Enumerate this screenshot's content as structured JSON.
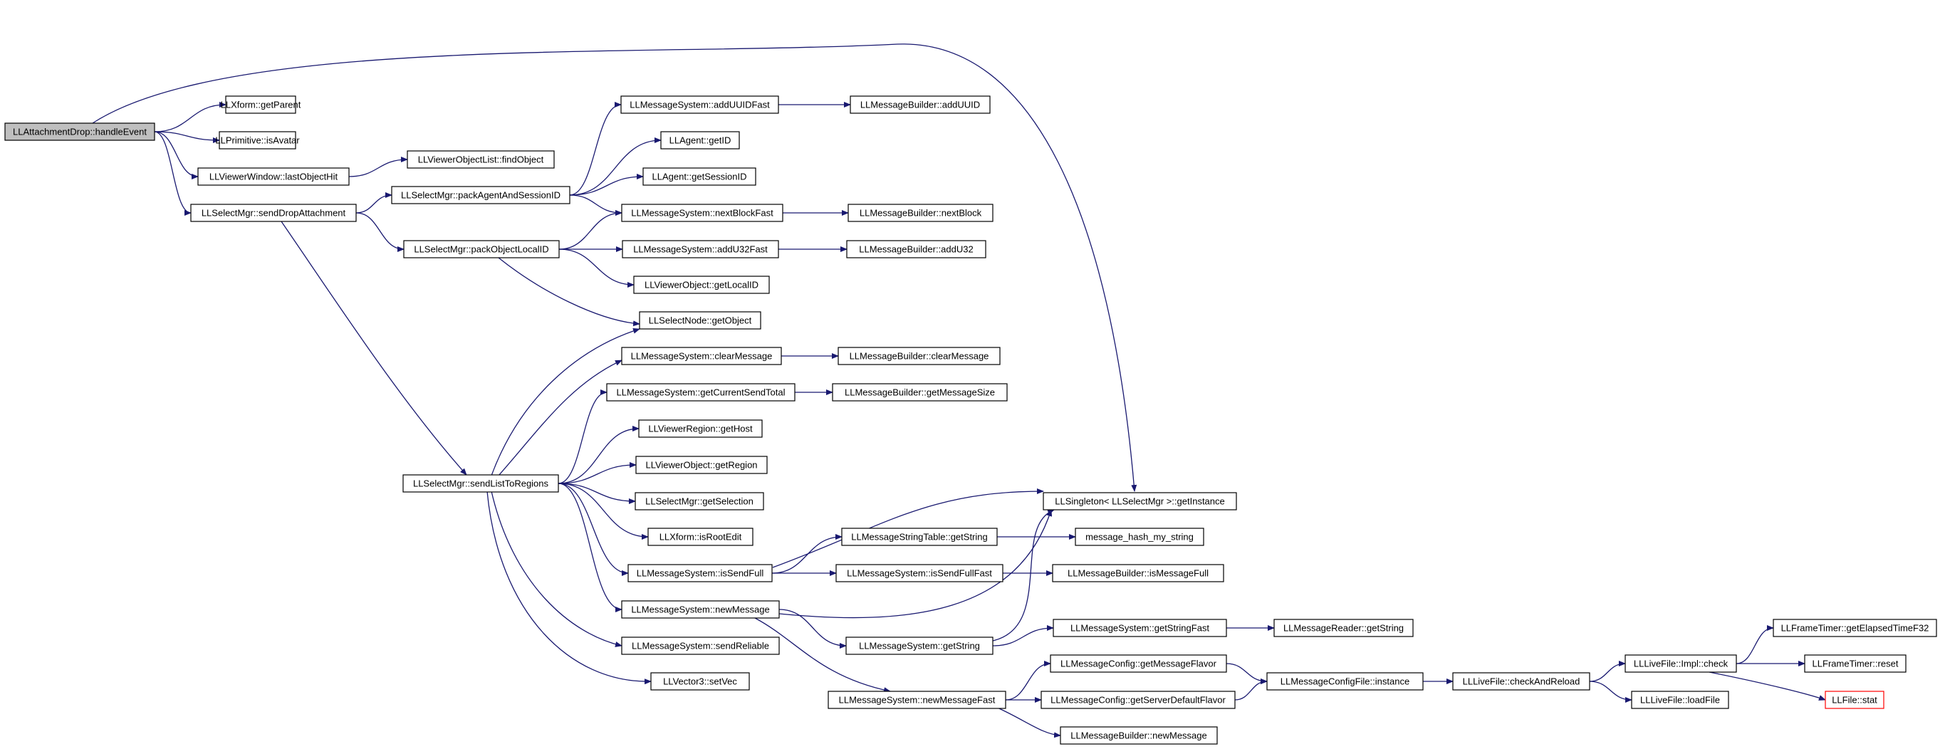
{
  "graph": {
    "edge_color": "#191970",
    "root_fill": "#bfbfbf",
    "truncated_border": "#ff0000",
    "nodes": [
      {
        "id": "n0",
        "label": "LLAttachmentDrop::handleEvent",
        "style": "root"
      },
      {
        "id": "n1",
        "label": "LLXform::getParent"
      },
      {
        "id": "n2",
        "label": "LLPrimitive::isAvatar"
      },
      {
        "id": "n3",
        "label": "LLViewerWindow::lastObjectHit"
      },
      {
        "id": "n4",
        "label": "LLSelectMgr::sendDropAttachment"
      },
      {
        "id": "n5",
        "label": "LLViewerObjectList::findObject"
      },
      {
        "id": "n6",
        "label": "LLSelectMgr::packAgentAndSessionID"
      },
      {
        "id": "n7",
        "label": "LLSelectMgr::packObjectLocalID"
      },
      {
        "id": "n8",
        "label": "LLSelectMgr::sendListToRegions"
      },
      {
        "id": "n9",
        "label": "LLMessageSystem::addUUIDFast"
      },
      {
        "id": "n10",
        "label": "LLAgent::getID"
      },
      {
        "id": "n11",
        "label": "LLAgent::getSessionID"
      },
      {
        "id": "n12",
        "label": "LLMessageSystem::nextBlockFast"
      },
      {
        "id": "n13",
        "label": "LLMessageSystem::addU32Fast"
      },
      {
        "id": "n14",
        "label": "LLViewerObject::getLocalID"
      },
      {
        "id": "n15",
        "label": "LLSelectNode::getObject"
      },
      {
        "id": "n16",
        "label": "LLMessageSystem::clearMessage"
      },
      {
        "id": "n17",
        "label": "LLMessageSystem::getCurrentSendTotal"
      },
      {
        "id": "n18",
        "label": "LLViewerRegion::getHost"
      },
      {
        "id": "n19",
        "label": "LLViewerObject::getRegion"
      },
      {
        "id": "n20",
        "label": "LLSelectMgr::getSelection"
      },
      {
        "id": "n21",
        "label": "LLXform::isRootEdit"
      },
      {
        "id": "n22",
        "label": "LLMessageSystem::isSendFull"
      },
      {
        "id": "n23",
        "label": "LLMessageSystem::newMessage"
      },
      {
        "id": "n24",
        "label": "LLMessageSystem::sendReliable"
      },
      {
        "id": "n25",
        "label": "LLVector3::setVec"
      },
      {
        "id": "n26",
        "label": "LLMessageBuilder::addUUID"
      },
      {
        "id": "n27",
        "label": "LLMessageBuilder::nextBlock"
      },
      {
        "id": "n28",
        "label": "LLMessageBuilder::addU32"
      },
      {
        "id": "n29",
        "label": "LLMessageBuilder::clearMessage"
      },
      {
        "id": "n30",
        "label": "LLMessageBuilder::getMessageSize"
      },
      {
        "id": "n31",
        "label": "LLMessageStringTable::getString"
      },
      {
        "id": "n32",
        "label": "LLMessageSystem::isSendFullFast"
      },
      {
        "id": "n33",
        "label": "LLMessageSystem::getString"
      },
      {
        "id": "n34",
        "label": "LLMessageSystem::newMessageFast"
      },
      {
        "id": "n35",
        "label": "LLSingleton< LLSelectMgr >::getInstance"
      },
      {
        "id": "n36",
        "label": "message_hash_my_string"
      },
      {
        "id": "n37",
        "label": "LLMessageBuilder::isMessageFull"
      },
      {
        "id": "n38",
        "label": "LLMessageSystem::getStringFast"
      },
      {
        "id": "n39",
        "label": "LLMessageConfig::getMessageFlavor"
      },
      {
        "id": "n40",
        "label": "LLMessageConfig::getServerDefaultFlavor"
      },
      {
        "id": "n41",
        "label": "LLMessageBuilder::newMessage"
      },
      {
        "id": "n42",
        "label": "LLMessageReader::getString"
      },
      {
        "id": "n43",
        "label": "LLMessageConfigFile::instance"
      },
      {
        "id": "n44",
        "label": "LLLiveFile::checkAndReload"
      },
      {
        "id": "n45",
        "label": "LLLiveFile::Impl::check"
      },
      {
        "id": "n46",
        "label": "LLLiveFile::loadFile"
      },
      {
        "id": "n47",
        "label": "LLFrameTimer::getElapsedTimeF32"
      },
      {
        "id": "n48",
        "label": "LLFrameTimer::reset"
      },
      {
        "id": "n49",
        "label": "LLFile::stat",
        "style": "truncated"
      }
    ],
    "edges": [
      [
        "n0",
        "n1"
      ],
      [
        "n0",
        "n2"
      ],
      [
        "n0",
        "n3"
      ],
      [
        "n0",
        "n4"
      ],
      [
        "n0",
        "n35"
      ],
      [
        "n3",
        "n5"
      ],
      [
        "n4",
        "n6"
      ],
      [
        "n4",
        "n7"
      ],
      [
        "n4",
        "n8"
      ],
      [
        "n6",
        "n9"
      ],
      [
        "n6",
        "n10"
      ],
      [
        "n6",
        "n11"
      ],
      [
        "n6",
        "n12"
      ],
      [
        "n7",
        "n12"
      ],
      [
        "n7",
        "n13"
      ],
      [
        "n7",
        "n14"
      ],
      [
        "n7",
        "n15"
      ],
      [
        "n8",
        "n15"
      ],
      [
        "n8",
        "n16"
      ],
      [
        "n8",
        "n17"
      ],
      [
        "n8",
        "n18"
      ],
      [
        "n8",
        "n19"
      ],
      [
        "n8",
        "n20"
      ],
      [
        "n8",
        "n21"
      ],
      [
        "n8",
        "n22"
      ],
      [
        "n8",
        "n23"
      ],
      [
        "n8",
        "n24"
      ],
      [
        "n8",
        "n25"
      ],
      [
        "n9",
        "n26"
      ],
      [
        "n12",
        "n27"
      ],
      [
        "n13",
        "n28"
      ],
      [
        "n16",
        "n29"
      ],
      [
        "n17",
        "n30"
      ],
      [
        "n22",
        "n31"
      ],
      [
        "n22",
        "n32"
      ],
      [
        "n22",
        "n35"
      ],
      [
        "n23",
        "n33"
      ],
      [
        "n23",
        "n34"
      ],
      [
        "n23",
        "n35"
      ],
      [
        "n31",
        "n36"
      ],
      [
        "n32",
        "n37"
      ],
      [
        "n33",
        "n38"
      ],
      [
        "n33",
        "n35"
      ],
      [
        "n34",
        "n39"
      ],
      [
        "n34",
        "n40"
      ],
      [
        "n34",
        "n41"
      ],
      [
        "n38",
        "n42"
      ],
      [
        "n39",
        "n43"
      ],
      [
        "n40",
        "n43"
      ],
      [
        "n43",
        "n44"
      ],
      [
        "n44",
        "n45"
      ],
      [
        "n44",
        "n46"
      ],
      [
        "n45",
        "n47"
      ],
      [
        "n45",
        "n48"
      ],
      [
        "n45",
        "n49"
      ]
    ]
  }
}
